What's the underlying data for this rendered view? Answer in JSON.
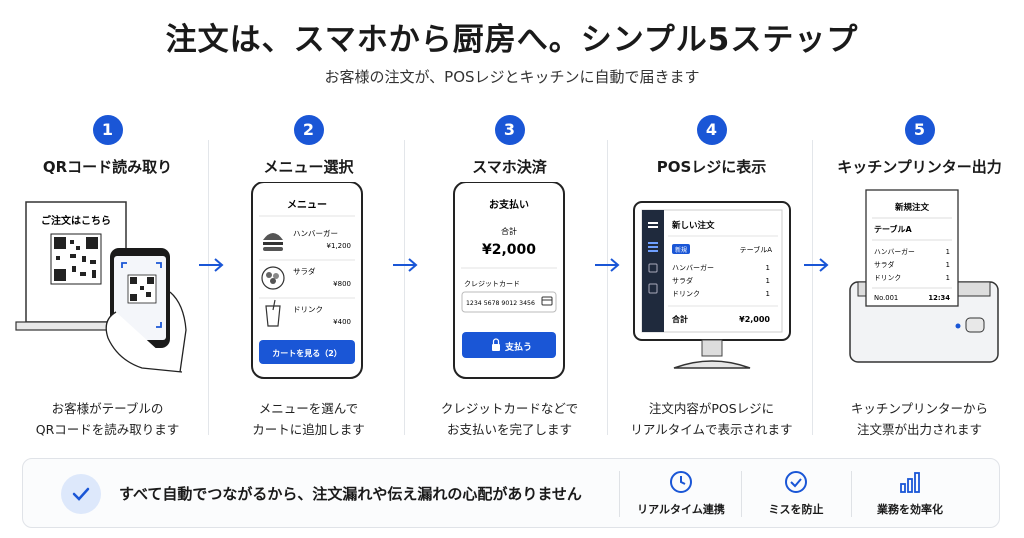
{
  "header": {
    "title": "注文は、スマホから厨房へ。シンプル5ステップ",
    "subtitle": "お客様の注文が、POSレジとキッチンに自動で届きます"
  },
  "steps": [
    {
      "number": "1",
      "title": "QRコード読み取り",
      "desc_line1": "お客様がテーブルの",
      "desc_line2": "QRコードを読み取ります",
      "sign_text": "ご注文はこちら"
    },
    {
      "number": "2",
      "title": "メニュー選択",
      "desc_line1": "メニューを選んで",
      "desc_line2": "カートに追加します",
      "phone": {
        "header": "メニュー",
        "items": [
          {
            "name": "ハンバーガー",
            "price": "¥1,200"
          },
          {
            "name": "サラダ",
            "price": "¥800"
          },
          {
            "name": "ドリンク",
            "price": "¥400"
          }
        ],
        "cart_button": "カートを見る（2）"
      }
    },
    {
      "number": "3",
      "title": "スマホ決済",
      "desc_line1": "クレジットカードなどで",
      "desc_line2": "お支払いを完了します",
      "phone": {
        "header": "お支払い",
        "total_label": "合計",
        "total_value": "¥2,000",
        "card_label": "クレジットカード",
        "card_number": "1234 5678 9012 3456",
        "pay_button": "支払う"
      }
    },
    {
      "number": "4",
      "title": "POSレジに表示",
      "desc_line1": "注文内容がPOSレジに",
      "desc_line2": "リアルタイムで表示されます",
      "pos": {
        "header": "新しい注文",
        "badge": "新規",
        "table": "テーブルA",
        "items": [
          {
            "name": "ハンバーガー",
            "qty": "1"
          },
          {
            "name": "サラダ",
            "qty": "1"
          },
          {
            "name": "ドリンク",
            "qty": "1"
          }
        ],
        "total_label": "合計",
        "total_value": "¥2,000"
      }
    },
    {
      "number": "5",
      "title": "キッチンプリンター出力",
      "desc_line1": "キッチンプリンターから",
      "desc_line2": "注文票が出力されます",
      "ticket": {
        "header": "新規注文",
        "table": "テーブルA",
        "items": [
          {
            "name": "ハンバーガー",
            "qty": "1"
          },
          {
            "name": "サラダ",
            "qty": "1"
          },
          {
            "name": "ドリンク",
            "qty": "1"
          }
        ],
        "order_no": "No.001",
        "time": "12:34"
      }
    }
  ],
  "footer": {
    "message": "すべて自動でつながるから、注文漏れや伝え漏れの心配がありません",
    "features": [
      {
        "label": "リアルタイム連携",
        "icon": "clock-icon"
      },
      {
        "label": "ミスを防止",
        "icon": "check-circle-icon"
      },
      {
        "label": "業務を効率化",
        "icon": "bar-chart-icon"
      }
    ]
  },
  "colors": {
    "accent": "#1a56d6",
    "accent_light": "#dde8fb"
  }
}
